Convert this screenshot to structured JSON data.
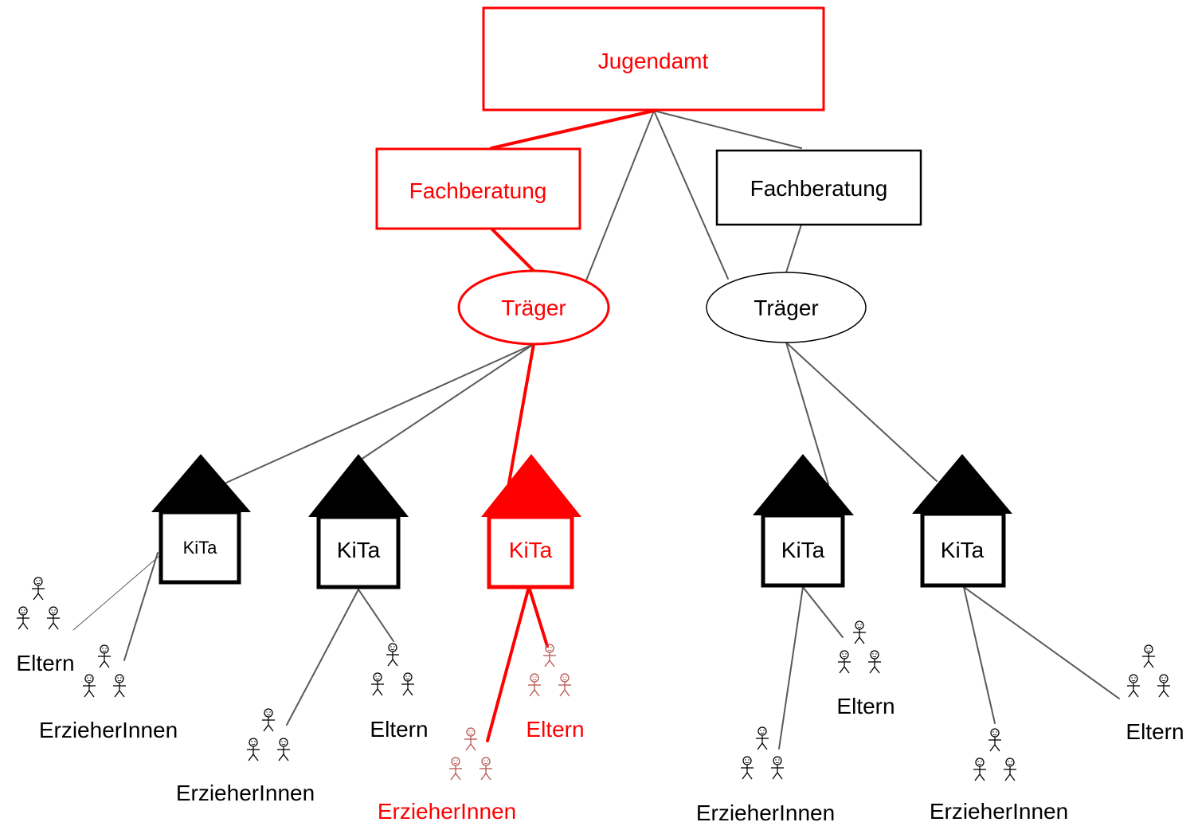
{
  "colors": {
    "highlight": "#ff0000",
    "highlight_figure": "#b85450",
    "normal": "#000000",
    "connector": "#595959"
  },
  "nodes": {
    "jugendamt": {
      "label": "Jugendamt"
    },
    "fachberatung_left": {
      "label": "Fachberatung"
    },
    "fachberatung_right": {
      "label": "Fachberatung"
    },
    "traeger_left": {
      "label": "Träger"
    },
    "traeger_right": {
      "label": "Träger"
    },
    "kitas": [
      {
        "label": "KiTa",
        "group": "Eltern",
        "staff": "ErzieherInnen",
        "highlighted": false
      },
      {
        "label": "KiTa",
        "group": "Eltern",
        "staff": "ErzieherInnen",
        "highlighted": false
      },
      {
        "label": "KiTa",
        "group": "Eltern",
        "staff": "ErzieherInnen",
        "highlighted": true
      },
      {
        "label": "KiTa",
        "group": "Eltern",
        "staff": "ErzieherInnen",
        "highlighted": false
      },
      {
        "label": "KiTa",
        "group": "Eltern",
        "staff": "ErzieherInnen",
        "highlighted": false
      }
    ]
  },
  "figure_icon": "stick-figure-group-icon",
  "house_icon": "house-icon"
}
